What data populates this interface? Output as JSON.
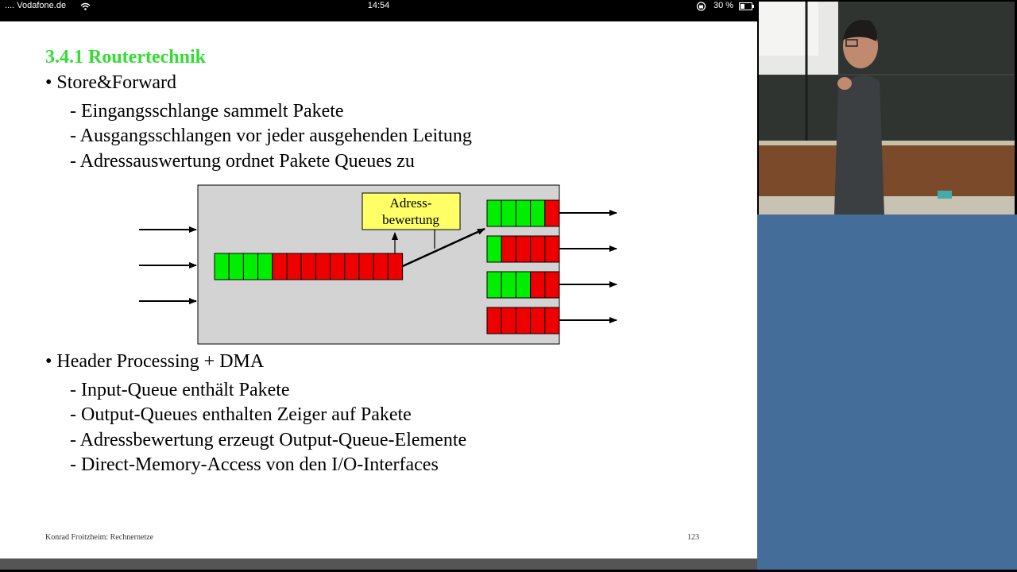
{
  "status_bar": {
    "carrier": ".... Vodafone.de",
    "time": "14:54",
    "battery": "30 %",
    "icons": [
      "wifi-icon",
      "rotation-lock-icon",
      "battery-icon"
    ]
  },
  "slide": {
    "title": "3.4.1 Routertechnik",
    "section1": {
      "heading": "• Store&Forward",
      "items": [
        "- Eingangsschlange sammelt Pakete",
        "- Ausgangsschlangen vor jeder ausgehenden Leitung",
        "- Adressauswertung ordnet Pakete Queues zu"
      ]
    },
    "diagram": {
      "box_label_line1": "Adress-",
      "box_label_line2": "bewertung",
      "input_queue": [
        "green",
        "green",
        "green",
        "green",
        "red",
        "red",
        "red",
        "red",
        "red",
        "red",
        "red",
        "red",
        "red"
      ],
      "output_queues": [
        [
          "green",
          "green",
          "green",
          "green",
          "red"
        ],
        [
          "green",
          "red",
          "red",
          "red",
          "red"
        ],
        [
          "green",
          "green",
          "green",
          "red",
          "red"
        ],
        [
          "red",
          "red",
          "red",
          "red",
          "red"
        ]
      ],
      "colors": {
        "green": "#00ee00",
        "red": "#ee0000",
        "box_bg": "#d3d3d3",
        "label_bg": "#ffff66"
      }
    },
    "section2": {
      "heading": "• Header Processing + DMA",
      "items": [
        "- Input-Queue enthält Pakete",
        "- Output-Queues enthalten Zeiger auf Pakete",
        "- Adressbewertung erzeugt Output-Queue-Elemente",
        "- Direct-Memory-Access von den I/O-Interfaces"
      ]
    },
    "footer_left": "Konrad Froitzheim: Rechnernetze",
    "page_number": "123"
  },
  "colors": {
    "title_green": "#33dd33",
    "panel_blue": "#456d99"
  }
}
